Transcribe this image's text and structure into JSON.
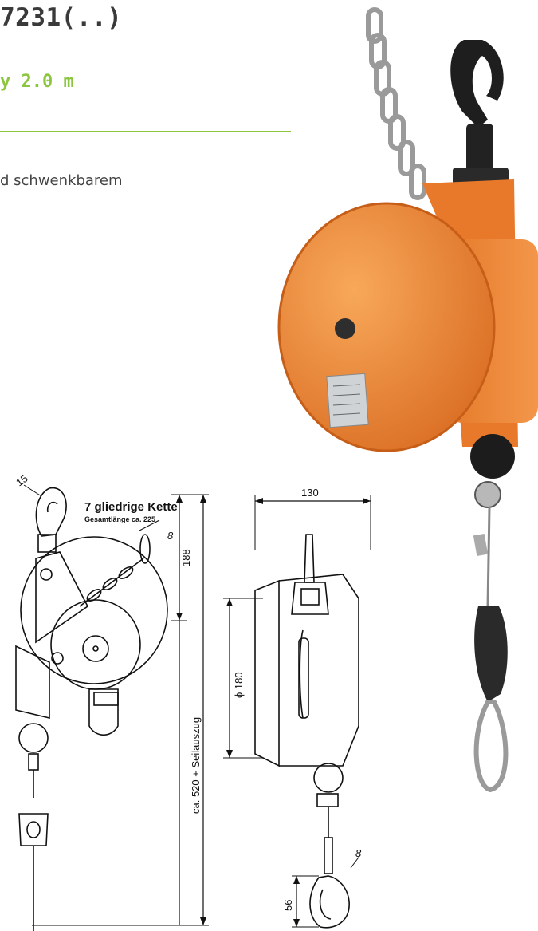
{
  "header": {
    "title": "7231(..)",
    "subtitle": "y 2.0 m",
    "description": "d schwenkbarem"
  },
  "drawing_front": {
    "dim_hook": "15",
    "chain_label": "7 gliedrige  Kette",
    "chain_length": "Gesamtlänge  ca.  225",
    "dim_link": "8",
    "dim_height": "188",
    "dim_total": "ca.  520  +  Seilauszug"
  },
  "drawing_side": {
    "dim_width": "130",
    "dim_diameter": "ϕ 180",
    "dim_carabiner_wire": "8",
    "dim_carabiner": "56"
  },
  "colors": {
    "accent": "#8cc63f",
    "body_orange": "#f08a3a",
    "text": "#3a3a3a"
  }
}
